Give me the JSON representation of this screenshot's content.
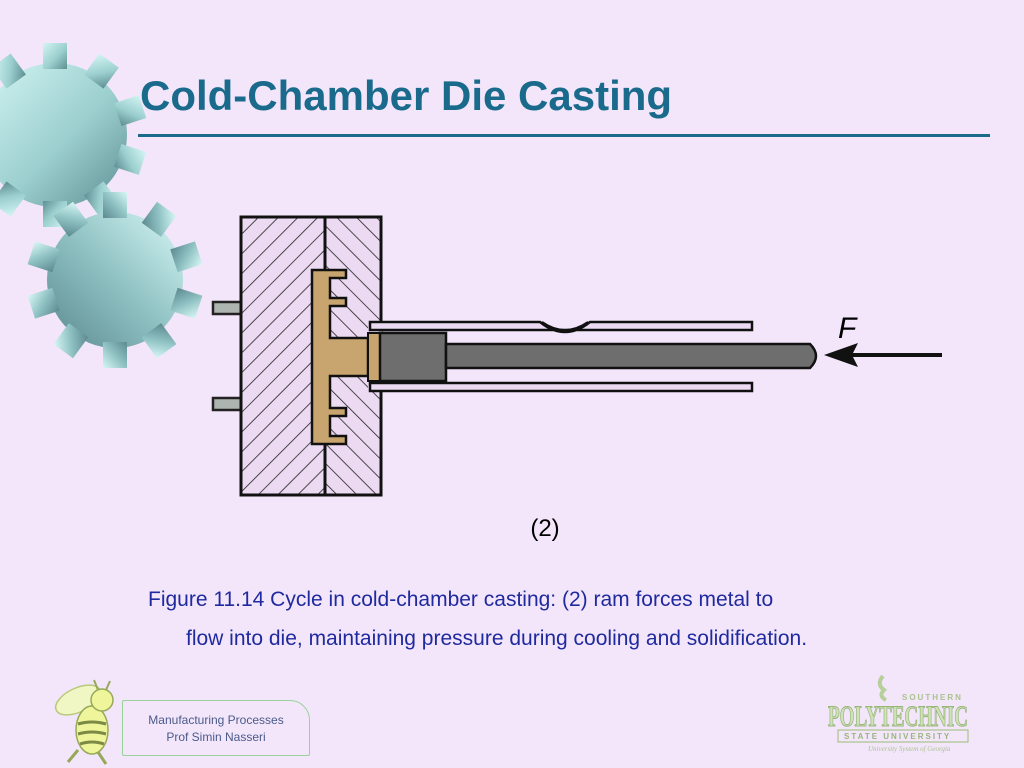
{
  "slide": {
    "title": "Cold-Chamber Die Casting",
    "figure_label": "(2)",
    "force_label": "F",
    "caption_line1": "Figure 11.14  Cycle in cold-chamber casting: (2) ram forces metal to",
    "caption_line2": "flow into die, maintaining pressure during cooling and solidification."
  },
  "footer": {
    "course": "Manufacturing Processes",
    "instructor": "Prof Simin Nasseri"
  },
  "logo": {
    "line1": "SOUTHERN",
    "line2": "POLYTECHNIC",
    "line3": "STATE UNIVERSITY",
    "line4": "University System of Georgia"
  },
  "colors": {
    "background": "#f3e6fb",
    "title": "#1a6a8c",
    "caption": "#1f2a9e",
    "metal": "#c8a46e",
    "ram": "#6e6e6e"
  },
  "icons": [
    "gear-icon",
    "gear-icon",
    "bee-mascot-icon"
  ]
}
